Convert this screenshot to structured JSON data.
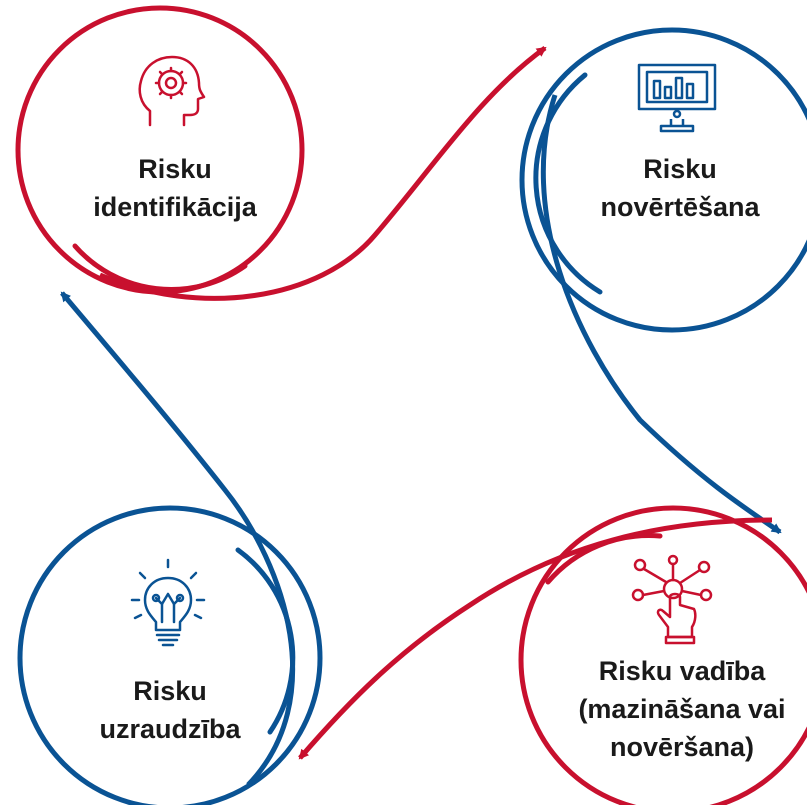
{
  "colors": {
    "red": "#c8102e",
    "blue": "#0a5394",
    "text": "#1a1a1a"
  },
  "stages": [
    {
      "key": "identification",
      "lines": [
        "Risku",
        "identifikācija"
      ],
      "color": "red",
      "icon": "head-gear-icon"
    },
    {
      "key": "assessment",
      "lines": [
        "Risku",
        "novērtēšana"
      ],
      "color": "blue",
      "icon": "monitor-chart-icon"
    },
    {
      "key": "management",
      "lines": [
        "Risku vadība",
        "(mazināšana vai",
        "novēršana)"
      ],
      "color": "red",
      "icon": "touch-network-icon"
    },
    {
      "key": "monitoring",
      "lines": [
        "Risku",
        "uzraudzība"
      ],
      "color": "blue",
      "icon": "lightbulb-icon"
    }
  ]
}
